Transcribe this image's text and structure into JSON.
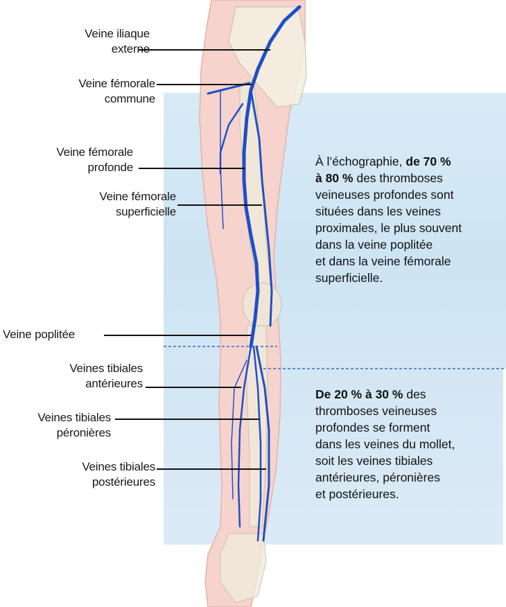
{
  "labels": {
    "iliaque": {
      "line1": "Veine iliaque",
      "line2": "externe"
    },
    "femorale_commune": {
      "line1": "Veine fémorale",
      "line2": "commune"
    },
    "femorale_profonde": {
      "line1": "Veine fémorale",
      "line2": "profonde"
    },
    "femorale_superficielle": {
      "line1": "Veine fémorale",
      "line2": "superficielle"
    },
    "poplitee": {
      "line1": "Veine poplitée"
    },
    "tibiales_anterieures": {
      "line1": "Veines tibiales",
      "line2": "antérieures"
    },
    "tibiales_peronieres": {
      "line1": "Veines tibiales",
      "line2": "péronières"
    },
    "tibiales_posterieures": {
      "line1": "Veines tibiales",
      "line2": "postérieures"
    }
  },
  "callouts": {
    "upper": {
      "t1": "À l’échographie, ",
      "b1": "de 70 %",
      "b2": "à 80 %",
      "t2": " des thromboses",
      "t3": "veineuses profondes sont",
      "t4": "situées dans les veines",
      "t5": "proximales, le plus souvent",
      "t6": "dans la veine poplitée",
      "t7": "et dans la veine fémorale",
      "t8": "superficielle."
    },
    "lower": {
      "b1": "De 20 % à 30 %",
      "t1": " des",
      "t2": "thromboses veineuses",
      "t3": "profondes se forment",
      "t4": "dans les veines du mollet,",
      "t5": "soit les veines tibiales",
      "t6": "antérieures, péronières",
      "t7": "et postérieures."
    }
  },
  "colors": {
    "vein": "#1f4fc4",
    "skin": "#f4cfc9",
    "bone": "#f3efe2",
    "panel": "#d3e6f4"
  }
}
